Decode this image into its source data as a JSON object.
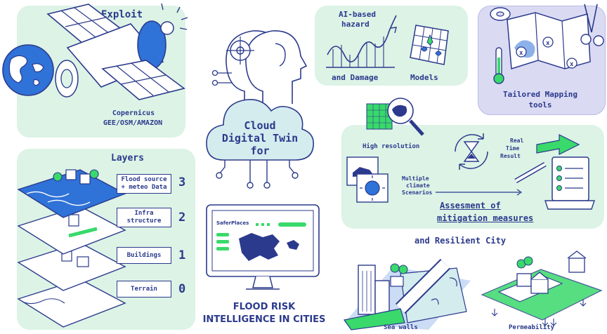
{
  "exploit": {
    "title": "Exploit",
    "sources_line1": "Copernicus",
    "sources_line2": "GEE/OSM/AMAZON"
  },
  "ai_models": {
    "title_line1": "AI-based",
    "title_line2": "hazard",
    "label_damage": "and Damage",
    "label_models": "Models"
  },
  "mapping": {
    "label_line1": "Tailored Mapping",
    "label_line2": "tools"
  },
  "twin": {
    "line1": "Cloud",
    "line2": "Digital Twin",
    "line3": "for"
  },
  "layers": {
    "title": "Layers",
    "items": [
      {
        "label_line1": "Flood source",
        "label_line2": "+ meteo Data",
        "number": "3"
      },
      {
        "label_line1": "Infra",
        "label_line2": "structure",
        "number": "2"
      },
      {
        "label_line1": "Buildings",
        "label_line2": "",
        "number": "1"
      },
      {
        "label_line1": "Terrain",
        "label_line2": "",
        "number": "0"
      }
    ]
  },
  "monitor": {
    "brand": "SaferPlaces"
  },
  "flood_risk": {
    "line1": "FLOOD RISK",
    "line2": "INTELLIGENCE IN CITIES"
  },
  "assessment": {
    "high_resolution": "High resolution",
    "realtime_line1": "Real",
    "realtime_line2": "Time",
    "realtime_line3": "Result",
    "scenarios_line1": "Multiple",
    "scenarios_line2": "climate",
    "scenarios_line3": "Scenarios",
    "title_line1": "Assesment of",
    "title_line2": "mitigation measures"
  },
  "resilient": {
    "title": "and Resilient City",
    "sea_walls": "Sea walls",
    "permeability": "Permeability"
  },
  "colors": {
    "navy": "#2b3a8c",
    "panel_green": "#d9f3e2",
    "panel_purple": "#d8d9f2",
    "accent_green": "#39d96b",
    "accent_blue": "#2f72d8"
  }
}
